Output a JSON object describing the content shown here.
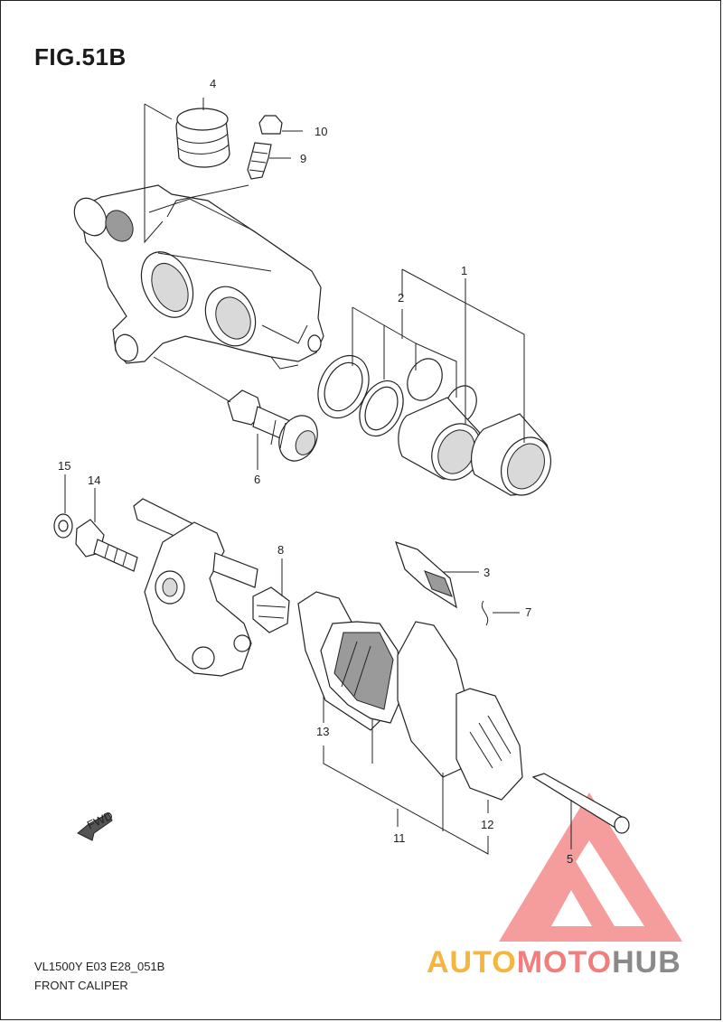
{
  "figure": {
    "title": "FIG.51B",
    "code": "VL1500Y E03 E28_051B",
    "name": "FRONT CALIPER"
  },
  "callouts": [
    "1",
    "2",
    "3",
    "4",
    "5",
    "6",
    "7",
    "8",
    "9",
    "10",
    "11",
    "12",
    "13",
    "14",
    "15"
  ],
  "fwd_label": "FWD",
  "watermark": {
    "part1": "AUTO",
    "part2": "MOTO",
    "part3": "HUB",
    "colors": {
      "auto": "#f5b63d",
      "moto": "#f27d7d",
      "hub": "#8a8a8a",
      "logo": "#f27d7d"
    }
  }
}
